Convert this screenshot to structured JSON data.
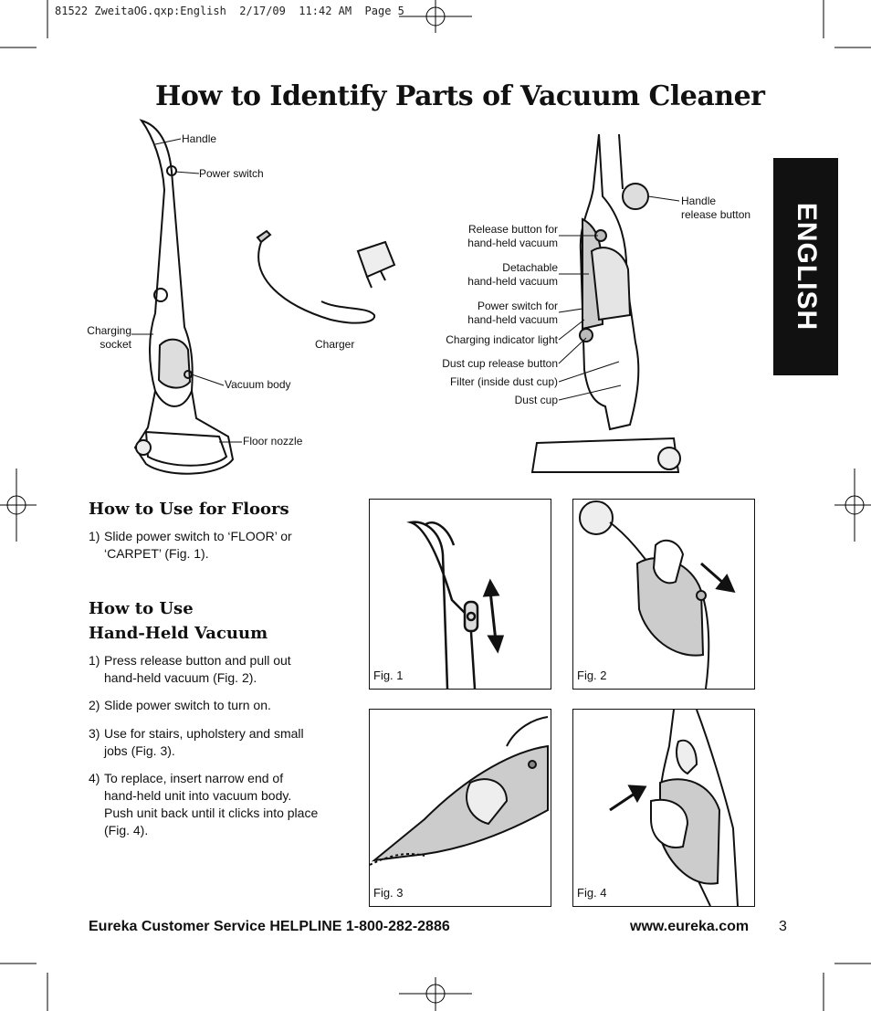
{
  "slug": "81522 ZweitaOG.qxp:English  2/17/09  11:42 AM  Page 5",
  "title": "How to Identify Parts of Vacuum Cleaner",
  "language_tab": "ENGLISH",
  "left_labels": {
    "handle": "Handle",
    "power_switch": "Power switch",
    "charging_socket_1": "Charging",
    "charging_socket_2": "socket",
    "vacuum_body": "Vacuum body",
    "floor_nozzle": "Floor nozzle",
    "charger": "Charger"
  },
  "right_labels": {
    "handle_release_1": "Handle",
    "handle_release_2": "release button",
    "release_btn_1": "Release button for",
    "release_btn_2": "hand-held vacuum",
    "detachable_1": "Detachable",
    "detachable_2": "hand-held vacuum",
    "power_hh_1": "Power switch for",
    "power_hh_2": "hand-held vacuum",
    "charging_indicator": "Charging indicator light",
    "dust_cup_release": "Dust cup release button",
    "filter": "Filter (inside dust cup)",
    "dust_cup": "Dust cup"
  },
  "floors": {
    "heading": "How to Use for Floors",
    "steps": [
      {
        "num": "1)",
        "lines": [
          "Slide power switch to ‘FLOOR’ or",
          "‘CARPET’ (Fig. 1)."
        ]
      }
    ]
  },
  "handheld": {
    "heading_1": "How to Use",
    "heading_2": "Hand-Held Vacuum",
    "steps": [
      {
        "num": "1)",
        "lines": [
          "Press release button and pull out",
          "hand-held vacuum (Fig. 2)."
        ]
      },
      {
        "num": "2)",
        "lines": [
          "Slide power switch to turn on."
        ]
      },
      {
        "num": "3)",
        "lines": [
          "Use for stairs, upholstery and small",
          "jobs (Fig. 3)."
        ]
      },
      {
        "num": "4)",
        "lines": [
          "To replace, insert narrow end of",
          "hand-held unit into vacuum body.",
          "Push unit back until it clicks into place",
          "(Fig. 4)."
        ]
      }
    ]
  },
  "figures": [
    "Fig. 1",
    "Fig. 2",
    "Fig. 3",
    "Fig. 4"
  ],
  "footer": {
    "helpline": "Eureka Customer Service HELPLINE 1-800-282-2886",
    "website": "www.eureka.com",
    "page_number": "3"
  }
}
